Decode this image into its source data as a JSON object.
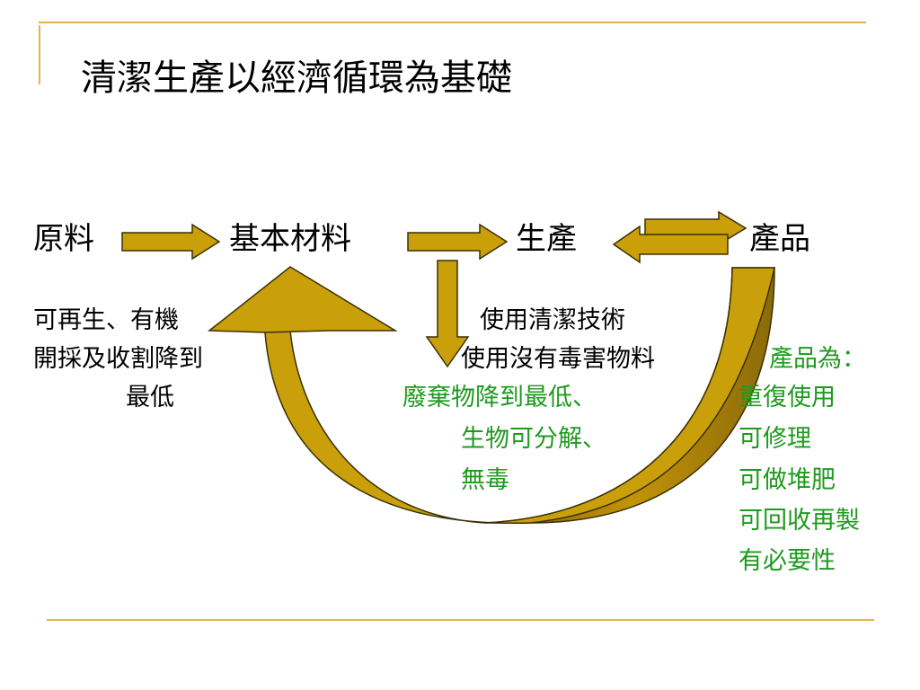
{
  "title": "清潔生產以經濟循環為基礎",
  "nodes": {
    "raw": "原料",
    "basic": "基本材料",
    "production": "生產",
    "product": "產品"
  },
  "left_text": [
    "可再生、有機",
    "開採及收割降到",
    "最低"
  ],
  "middle_text": [
    "使用清潔技術",
    "使用沒有毒害物料"
  ],
  "waste_text": [
    "廢棄物降到最低、",
    "生物可分解、",
    "無毒"
  ],
  "product_text": [
    "產品為：",
    "重復使用",
    "可修理",
    "可做堆肥",
    "可回收再製",
    "有必要性"
  ],
  "colors": {
    "arrow_fill": "#c9a00a",
    "arrow_stroke": "#3a2f05",
    "accent_line": "#e0b44a",
    "green_text": "#1f9a1f"
  }
}
